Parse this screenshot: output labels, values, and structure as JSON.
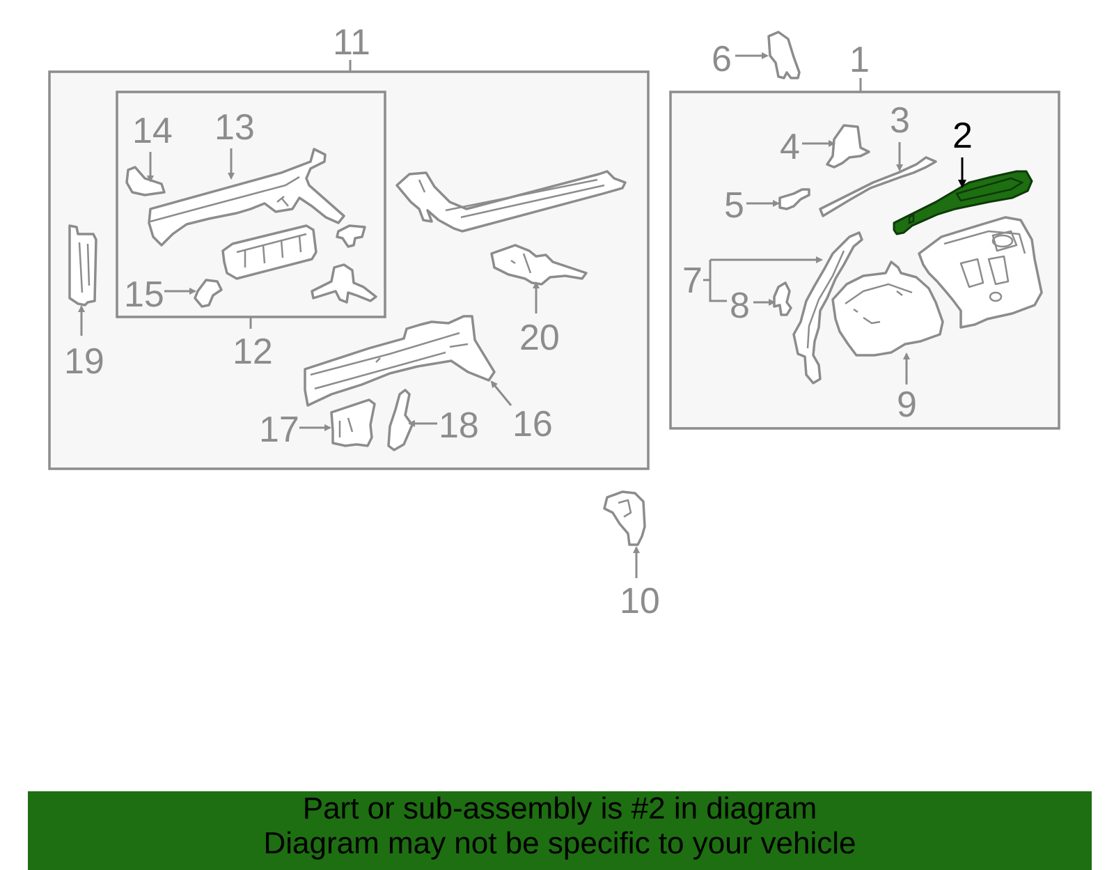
{
  "colors": {
    "highlight": "#1e6e12",
    "highlight_stroke": "#0d3a08",
    "line_gray": "#8c8c8c",
    "box_fill": "#f7f7f7",
    "banner_bg": "#1e6e12"
  },
  "diagram": {
    "highlighted_part": "2",
    "callouts": {
      "c1": "1",
      "c2": "2",
      "c3": "3",
      "c4": "4",
      "c5": "5",
      "c6": "6",
      "c7": "7",
      "c8": "8",
      "c9": "9",
      "c10": "10",
      "c11": "11",
      "c12": "12",
      "c13": "13",
      "c14": "14",
      "c15": "15",
      "c16": "16",
      "c17": "17",
      "c18": "18",
      "c19": "19",
      "c20": "20"
    }
  },
  "banner": {
    "line1": "Part or sub-assembly is #2 in diagram",
    "line2": "Diagram may not be specific to your vehicle"
  }
}
